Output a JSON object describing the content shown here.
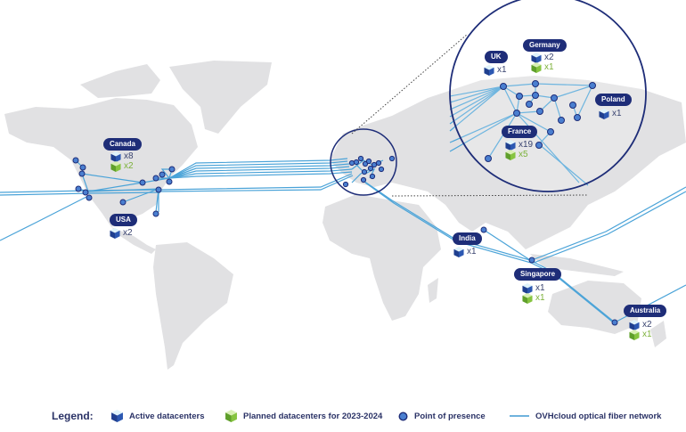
{
  "map": {
    "colors": {
      "land": "#e1e1e3",
      "fiber": "#4aa3d8",
      "pop_fill": "#4a7fd0",
      "pop_stroke": "#1e2d78",
      "label_bg": "#1e2d78",
      "active": "#1f3f8f",
      "planned": "#79b83b",
      "circle": "#1e2d78"
    },
    "regions": [
      {
        "name": "Canada",
        "active": "x8",
        "planned": "x2"
      },
      {
        "name": "USA",
        "active": "x2",
        "planned": null
      },
      {
        "name": "UK",
        "active": "x1",
        "planned": null
      },
      {
        "name": "Germany",
        "active": "x2",
        "planned": "x1"
      },
      {
        "name": "Poland",
        "active": "x1",
        "planned": null
      },
      {
        "name": "France",
        "active": "x19",
        "planned": "x5"
      },
      {
        "name": "India",
        "active": "x1",
        "planned": null
      },
      {
        "name": "Singapore",
        "active": "x1",
        "planned": "x1"
      },
      {
        "name": "Australia",
        "active": "x2",
        "planned": "x1"
      }
    ]
  },
  "legend": {
    "title": "Legend:",
    "items": [
      {
        "icon": "active-datacenter-cube-icon",
        "label": "Active datacenters"
      },
      {
        "icon": "planned-datacenter-cube-icon",
        "label": "Planned datacenters for 2023-2024"
      },
      {
        "icon": "point-of-presence-icon",
        "label": "Point of presence"
      },
      {
        "icon": "fiber-line-icon",
        "label": "OVHcloud optical fiber network"
      }
    ]
  }
}
